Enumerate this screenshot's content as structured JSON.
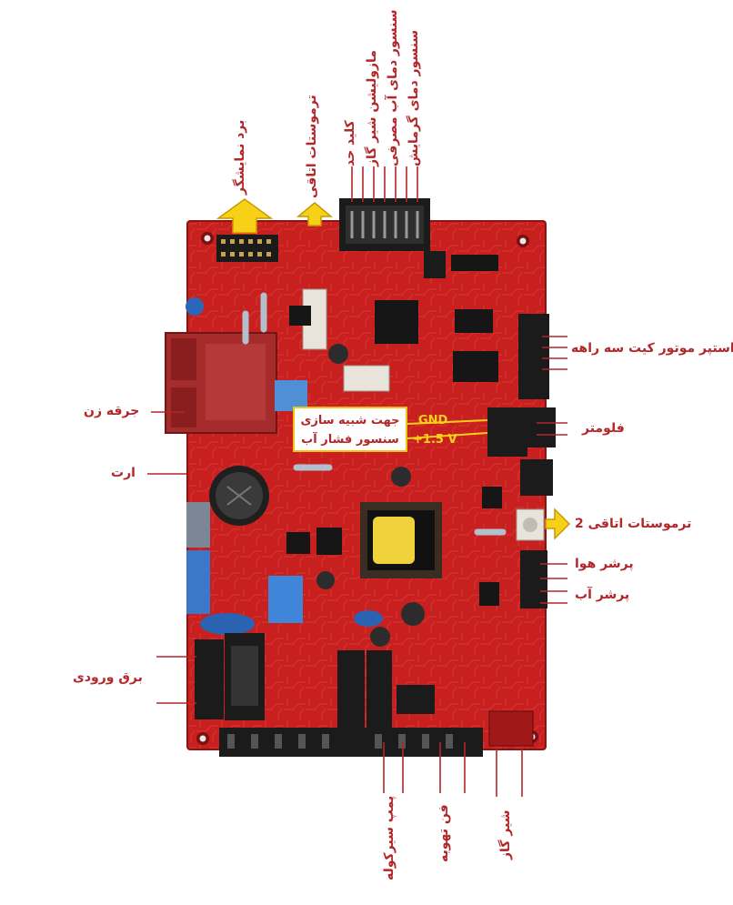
{
  "labels": {
    "display_board": "برد نمایشگر",
    "room_thermostat": "ترموستات اتاقی",
    "limit_switch": "کلید حد",
    "gas_valve_modulation": "مازولیشن شیر گاز",
    "dhw_temp_sensor": "سنسور دمای آب مصرفی",
    "heating_temp_sensor": "سنسور دمای گرمایش",
    "three_way_stepper": "استپر موتور کیت سه راهه",
    "igniter": "جرقه زن",
    "earth": "ارت",
    "flowmeter": "فلومتر",
    "room_thermostat_2": "ترموستات اتاقی 2",
    "air_pressure_switch": "پرشر هوا",
    "water_pressure_switch": "پرشر آب",
    "power_input": "برق ورودی",
    "circulation_pump": "پمپ سیرکوله",
    "exhaust_fan": "فن تهویه",
    "gas_valve": "شیر گاز"
  },
  "callout": {
    "line1": "جهت شبیه سازی",
    "line2": "سنسور فشار آب"
  },
  "voltage": {
    "gnd": "GND",
    "v15": "+1.5 V"
  },
  "colors": {
    "board": "#c8201f",
    "label_text": "#b3262a",
    "arrow": "#f7d117",
    "arrow_outline": "#c99a00",
    "connector_black": "#1b1b1b",
    "connector_white": "#e8e4dc"
  }
}
